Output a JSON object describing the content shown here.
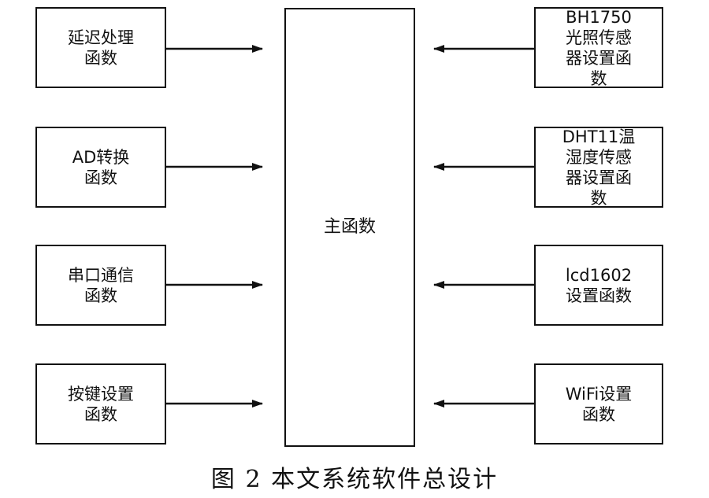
{
  "diagram": {
    "main": {
      "label": "主函数"
    },
    "left_modules": [
      {
        "label": "延迟处理\n函数"
      },
      {
        "label": "AD转换\n函数"
      },
      {
        "label": "串口通信\n函数"
      },
      {
        "label": "按键设置\n函数"
      }
    ],
    "right_modules": [
      {
        "label": "BH1750\n光照传感\n器设置函\n数"
      },
      {
        "label": "DHT11温\n湿度传感\n器设置函\n数"
      },
      {
        "label": "lcd1602\n设置函数"
      },
      {
        "label": "WiFi设置\n函数"
      }
    ],
    "caption": "图 2  本文系统软件总设计"
  }
}
